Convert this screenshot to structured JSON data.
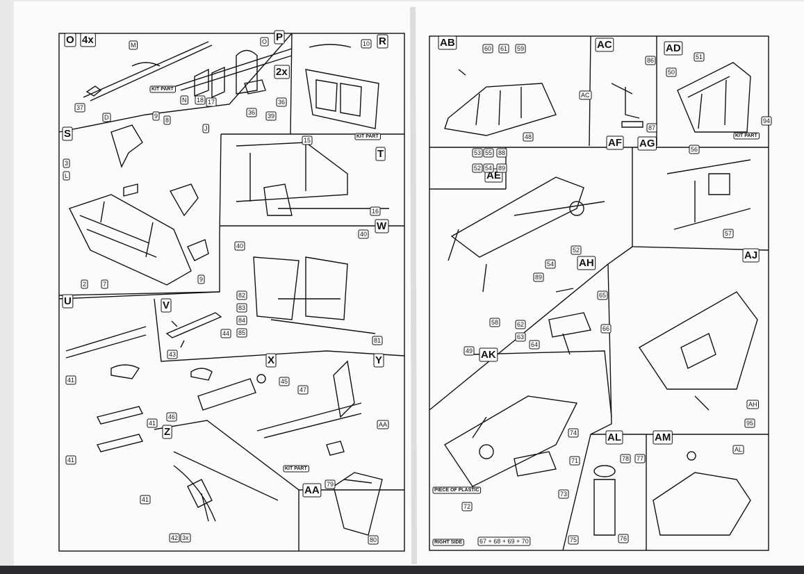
{
  "left_page": {
    "panels": [
      {
        "id": "O",
        "extra": "4x",
        "labels": [
          "M",
          "37"
        ]
      },
      {
        "id": "P",
        "extra": "2x",
        "labels": [
          "O",
          "N",
          "18",
          "17",
          "36",
          "36",
          "39"
        ],
        "note": "KIT PART"
      },
      {
        "id": "R",
        "labels": [
          "10"
        ],
        "note": "KIT PART"
      },
      {
        "id": "S",
        "labels": [
          "D",
          "9",
          "8",
          "J",
          "3",
          "L",
          "2",
          "7",
          "9"
        ]
      },
      {
        "id": "T",
        "labels": [
          "15",
          "16"
        ]
      },
      {
        "id": "W",
        "labels": [
          "40",
          "40",
          "82",
          "83",
          "84",
          "85",
          "81"
        ]
      },
      {
        "id": "U",
        "labels": [
          "41",
          "41",
          "41",
          "41"
        ]
      },
      {
        "id": "V",
        "labels": [
          "44",
          "43"
        ]
      },
      {
        "id": "X",
        "labels": [
          "45",
          "46"
        ]
      },
      {
        "id": "Y",
        "labels": [
          "47",
          "AA"
        ],
        "note": "KIT PART"
      },
      {
        "id": "Z",
        "labels": [
          "42",
          "3x"
        ]
      },
      {
        "id": "AA",
        "labels": [
          "79",
          "80"
        ]
      }
    ]
  },
  "right_page": {
    "panels": [
      {
        "id": "AB",
        "labels": [
          "60",
          "61",
          "59",
          "48",
          "AC"
        ]
      },
      {
        "id": "AC",
        "labels": [
          "86",
          "87"
        ]
      },
      {
        "id": "AD",
        "labels": [
          "51",
          "50",
          "94"
        ],
        "note": "KIT PART"
      },
      {
        "id": "AE",
        "labels": [
          "53",
          "52",
          "55",
          "54",
          "88",
          "89"
        ]
      },
      {
        "id": "AF",
        "labels": [
          "52",
          "54",
          "89",
          "58",
          "49"
        ]
      },
      {
        "id": "AG",
        "labels": [
          "56",
          "57"
        ]
      },
      {
        "id": "AH",
        "labels": [
          "65",
          "62",
          "63",
          "64",
          "66"
        ]
      },
      {
        "id": "AJ",
        "labels": [
          "AH",
          "95"
        ]
      },
      {
        "id": "AK",
        "labels": [
          "74",
          "71",
          "72",
          "73"
        ],
        "note": "PIECE OF PLASTIC"
      },
      {
        "id": "AL",
        "labels": [
          "78",
          "77",
          "75",
          "76"
        ]
      },
      {
        "id": "AM",
        "labels": [
          "AL"
        ]
      }
    ],
    "footer": {
      "note": "RIGHT SIDE",
      "sequence": "67 + 68 + 69 + 70"
    }
  }
}
